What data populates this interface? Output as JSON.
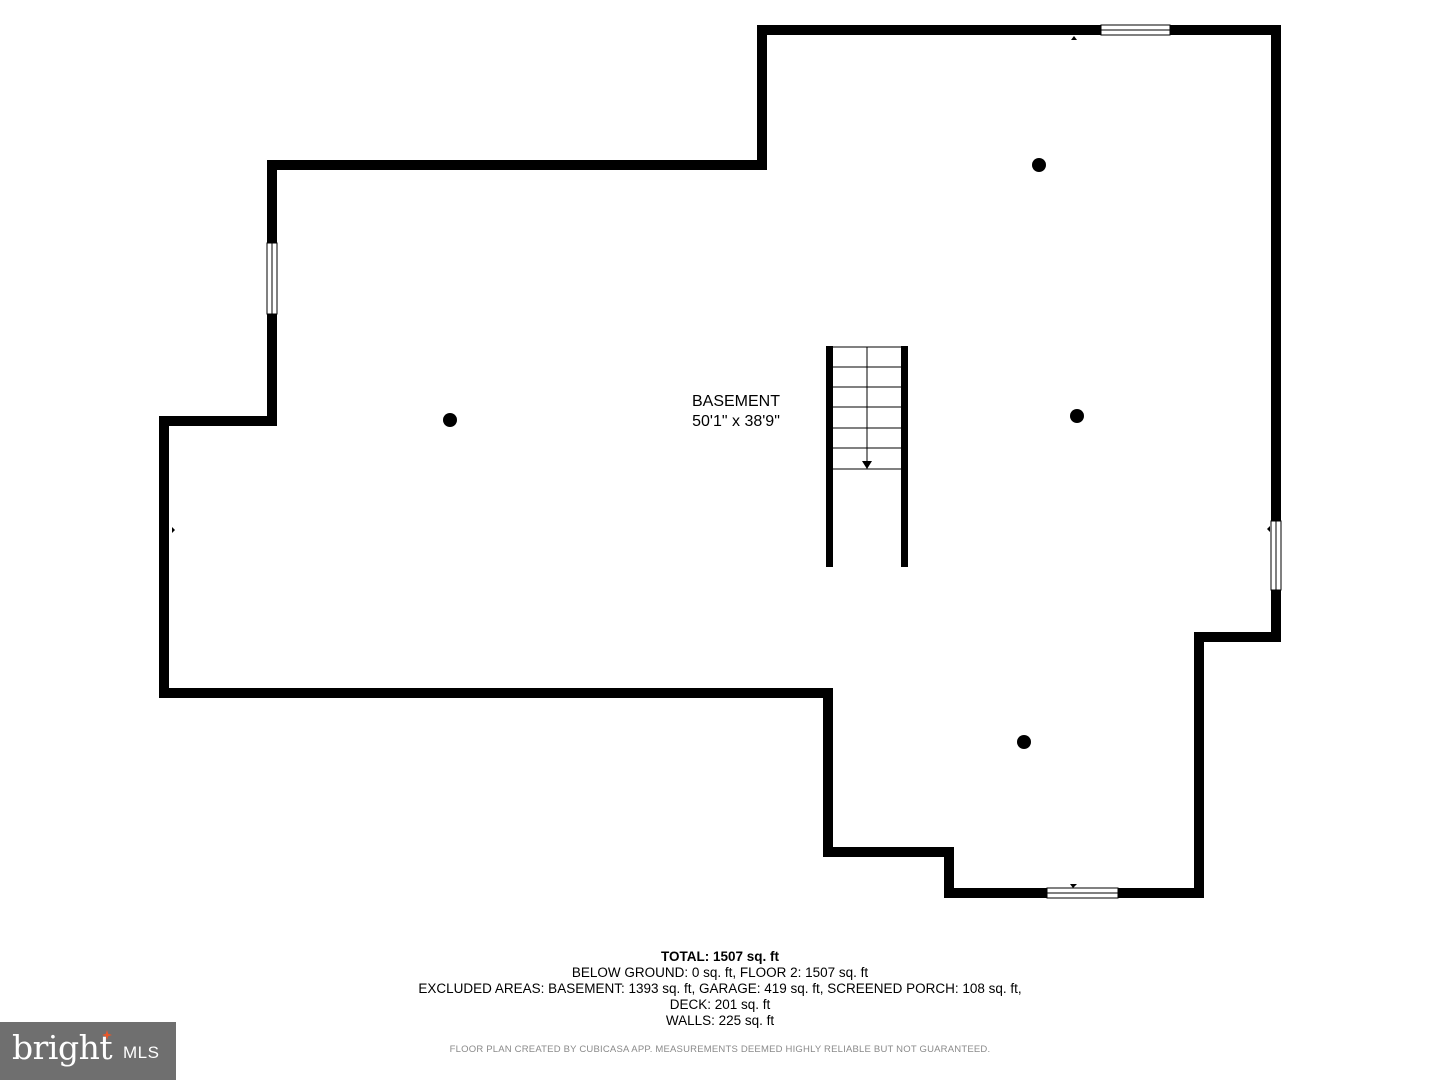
{
  "room": {
    "name": "BASEMENT",
    "dimensions": "50'1\" x 38'9\""
  },
  "summary": {
    "total": "TOTAL: 1507 sq. ft",
    "line1": "BELOW GROUND: 0 sq. ft, FLOOR 2: 1507 sq. ft",
    "line2": "EXCLUDED AREAS: BASEMENT: 1393 sq. ft, GARAGE: 419 sq. ft, SCREENED PORCH: 108 sq. ft,",
    "line3": "DECK: 201 sq. ft",
    "line4": "WALLS: 225 sq. ft"
  },
  "disclaimer": "FLOOR PLAN CREATED BY CUBICASA APP. MEASUREMENTS DEEMED HIGHLY RELIABLE BUT NOT GUARANTEED.",
  "logo": {
    "wordmark": "bright",
    "suffix": "MLS",
    "accent_color": "#e8572a",
    "background_color": "#6f6f6f"
  },
  "colors": {
    "wall": "#000000",
    "background": "#ffffff"
  },
  "icons": [
    "ceiling-light-icon",
    "stairs-icon",
    "window-icon",
    "door-marker-icon"
  ]
}
